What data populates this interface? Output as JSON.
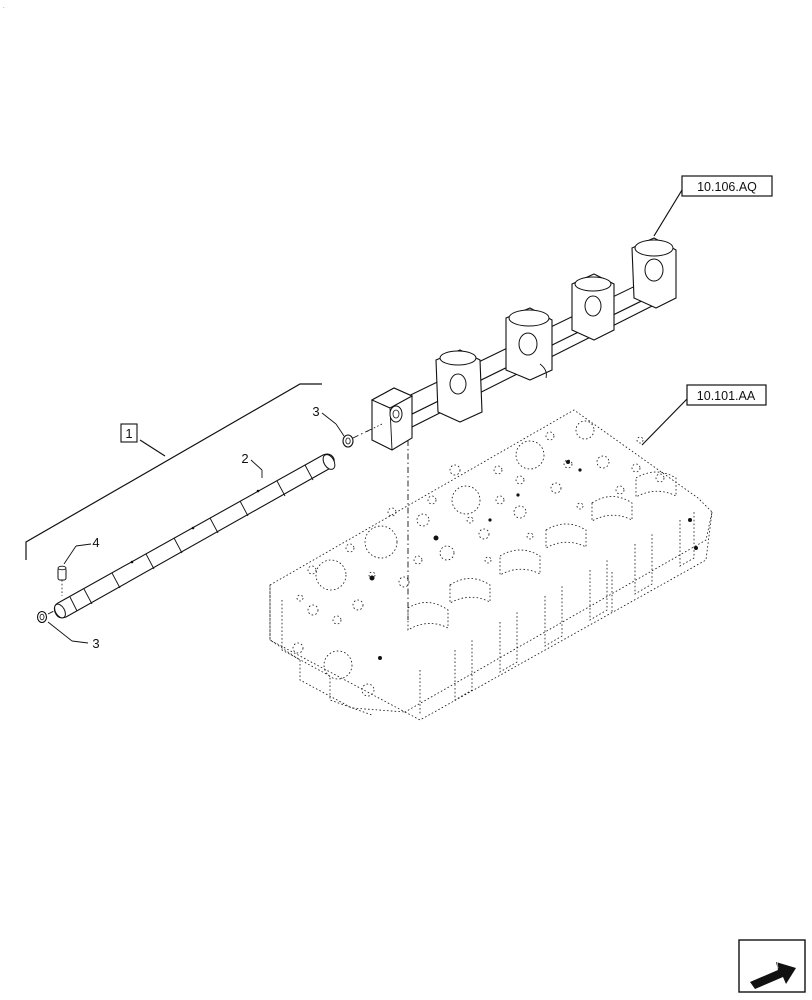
{
  "references": {
    "rocker_bracket": "10.106.AQ",
    "cylinder_head": "10.101.AA"
  },
  "callouts": {
    "assembly": "1",
    "shaft": "2",
    "ring_upper": "3",
    "ring_lower": "3",
    "plug": "4"
  },
  "icons": {
    "corner": "next-page-arrow-icon"
  }
}
